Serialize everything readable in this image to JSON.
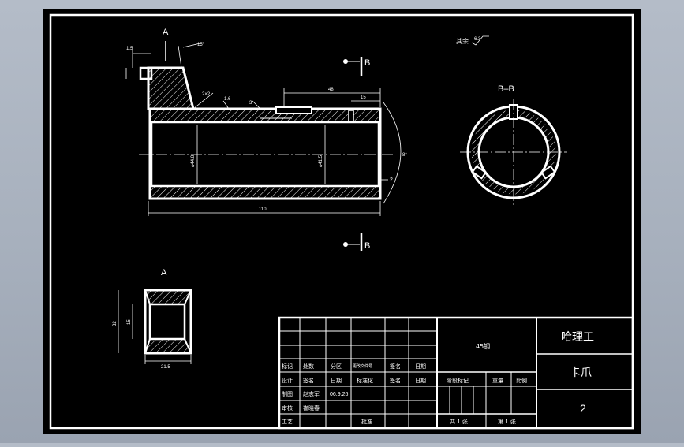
{
  "drawing": {
    "view_a_label": "A",
    "section_mark": "B",
    "section_bb_title": "B–B",
    "view_a_title": "A",
    "roughness_note": "其余",
    "roughness_value": "6.3",
    "dimensions": {
      "d_top_len": "1.5",
      "d_angle": "15°",
      "d_chamfer": "2×2",
      "d_groove_w": "1.6",
      "d_small_h": "3",
      "d_48": "48",
      "d_15": "15",
      "d_inner_left": "ϕ44.8",
      "d_inner_mid": "ϕ41.5",
      "d_right_angle": "8°",
      "d_right_2": "2",
      "d_overall": "110",
      "a_height": "32",
      "a_inner": "15",
      "a_width": "21.5"
    }
  },
  "title_block": {
    "material": "45钢",
    "school": "哈理工",
    "part_name": "卡爪",
    "drawing_no": "2",
    "headers": {
      "mark": "标记",
      "count": "处数",
      "zone": "分区",
      "change_doc": "更改文件号",
      "sign1": "签名",
      "date1": "日期",
      "design": "设计",
      "sign2": "签名",
      "date2": "日期",
      "standardize": "标准化",
      "sign3": "签名",
      "date3": "日期",
      "stage_mark": "阶段标记",
      "weight": "重量",
      "scale": "比例",
      "draw": "制图",
      "review": "审核",
      "process": "工艺",
      "approve": "批准"
    },
    "draw_name": "赵志军",
    "draw_date": "06.9.26",
    "review_name": "崔晓春",
    "total_sheets": "共 1 张",
    "sheet_no": "第 1 张"
  }
}
